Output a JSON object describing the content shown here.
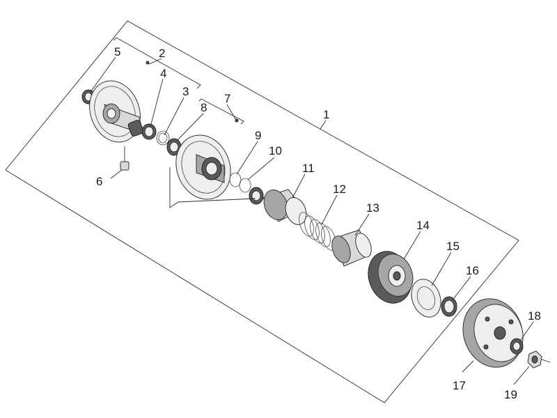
{
  "diagram": {
    "part_labels": [
      {
        "id": "1",
        "text": "1"
      },
      {
        "id": "2",
        "text": "2"
      },
      {
        "id": "3",
        "text": "3"
      },
      {
        "id": "4",
        "text": "4"
      },
      {
        "id": "5",
        "text": "5"
      },
      {
        "id": "6",
        "text": "6"
      },
      {
        "id": "7",
        "text": "7"
      },
      {
        "id": "8",
        "text": "8"
      },
      {
        "id": "9",
        "text": "9"
      },
      {
        "id": "10",
        "text": "10"
      },
      {
        "id": "11",
        "text": "11"
      },
      {
        "id": "12",
        "text": "12"
      },
      {
        "id": "13",
        "text": "13"
      },
      {
        "id": "14",
        "text": "14"
      },
      {
        "id": "15",
        "text": "15"
      },
      {
        "id": "16",
        "text": "16"
      },
      {
        "id": "17",
        "text": "17"
      },
      {
        "id": "18",
        "text": "18"
      },
      {
        "id": "19",
        "text": "19"
      }
    ]
  }
}
